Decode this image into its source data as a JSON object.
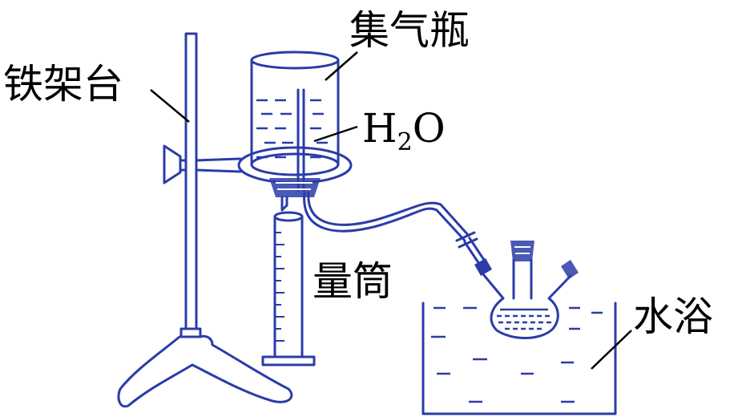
{
  "labels": {
    "gas_bottle": "集气瓶",
    "iron_stand": "铁架台",
    "water": "H",
    "water_sub": "2",
    "water_o": "O",
    "graduated_cylinder": "量筒",
    "water_bath": "水浴"
  },
  "colors": {
    "apparatus": "#2a3ca8",
    "labels": "#000000"
  }
}
